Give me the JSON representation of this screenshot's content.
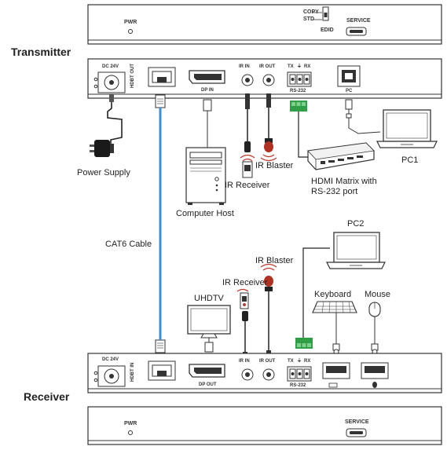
{
  "panels": {
    "pwr": "PWR",
    "service": "SERVICE",
    "copy": "COPY",
    "std": "STD",
    "edid": "EDID"
  },
  "transmitter": {
    "title": "Transmitter",
    "dc": "DC 24V",
    "hdbt": "HDBT OUT",
    "dp": "DP IN",
    "ir_in": "IR IN",
    "ir_out": "IR OUT",
    "tx": "TX",
    "rx": "RX",
    "rs232": "RS-232",
    "pc": "PC"
  },
  "receiver": {
    "title": "Receiver",
    "dc": "DC 24V",
    "hdbt": "HDBT IN",
    "dp": "DP OUT",
    "ir_in": "IR IN",
    "ir_out": "IR OUT",
    "tx": "TX",
    "rx": "RX",
    "rs232": "RS-232"
  },
  "devices": {
    "power_supply": "Power Supply",
    "ir_receiver_top": "IR Receiver",
    "ir_blaster_top": "IR Blaster",
    "computer_host": "Computer Host",
    "hdmi_matrix_line1": "HDMI Matrix with",
    "hdmi_matrix_line2": "RS-232 port",
    "pc1": "PC1",
    "cat6": "CAT6 Cable",
    "pc2": "PC2",
    "ir_blaster_bottom": "IR Blaster",
    "ir_receiver_bottom": "IR Receiver",
    "uhdtv": "UHDTV",
    "keyboard": "Keyboard",
    "mouse": "Mouse"
  },
  "colors": {
    "cable_blue": "#3a8fd6",
    "terminal_green": "#2f9e44",
    "blaster_red": "#c0392b",
    "outline": "#333333"
  }
}
